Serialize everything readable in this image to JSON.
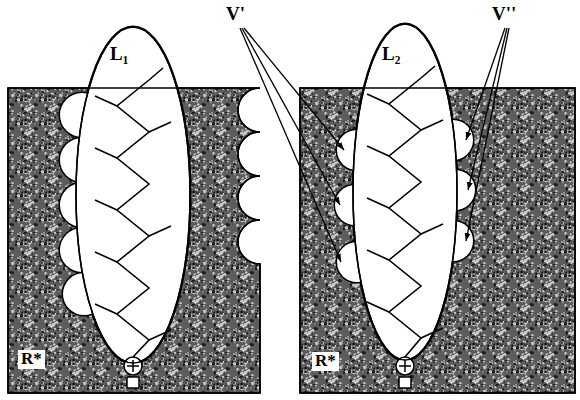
{
  "diagram": {
    "nodes": [
      {
        "text": [
          "R*"
        ]
      },
      {
        "text": [
          "L₁"
        ],
        "in": 0
      },
      {
        "text": [
          "R*"
        ]
      },
      {
        "text": [
          "L₂"
        ],
        "in": 2
      }
    ],
    "labels": [
      "V'",
      "V''"
    ]
  }
}
